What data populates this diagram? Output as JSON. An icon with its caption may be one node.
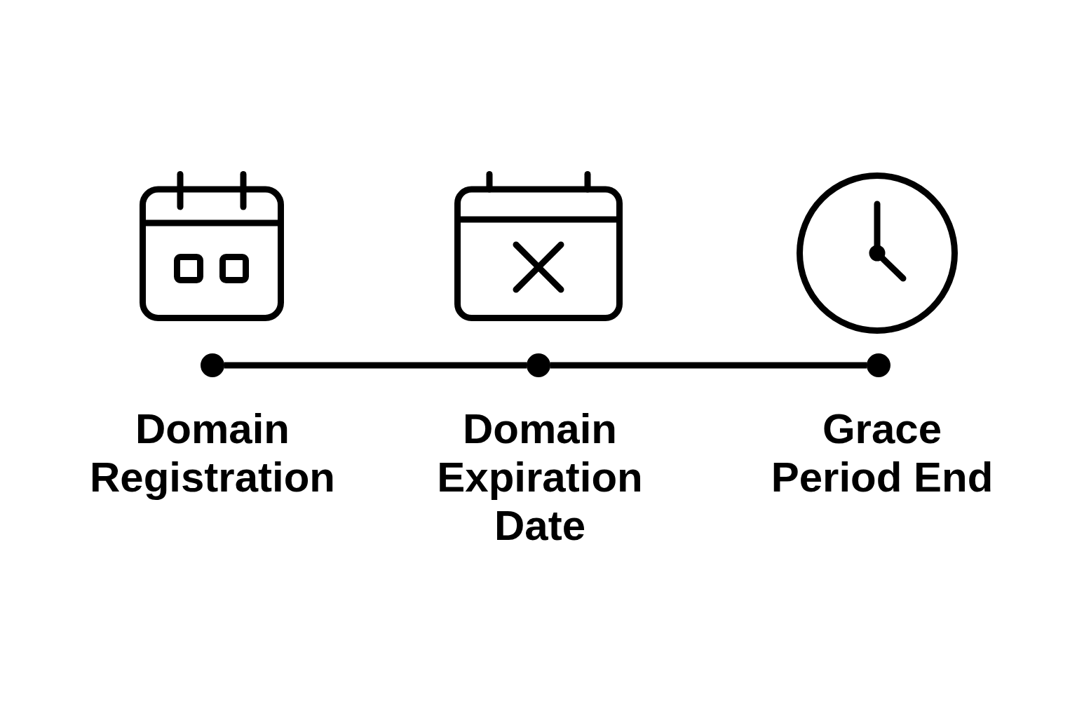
{
  "diagram": {
    "nodes": [
      {
        "text": [],
        "shape": "circle",
        "beside": [
          "Domain Registration"
        ]
      },
      {
        "text": [],
        "shape": "circle",
        "beside": [
          "Domain Expiration Date"
        ]
      },
      {
        "text": [],
        "shape": "circle",
        "beside": [
          "Grace Period End"
        ]
      }
    ],
    "edges": [
      {
        "from": 0,
        "to": 1,
        "arrow": "none"
      },
      {
        "from": 1,
        "to": 2,
        "arrow": "none"
      }
    ]
  }
}
